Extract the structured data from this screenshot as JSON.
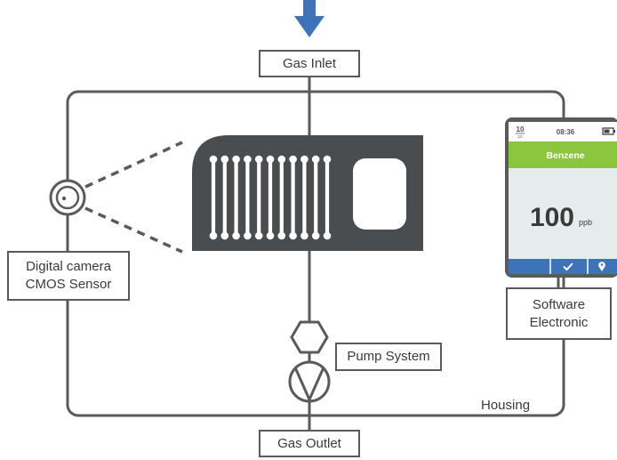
{
  "labels": {
    "gas_inlet": "Gas Inlet",
    "gas_outlet": "Gas Outlet",
    "camera_line1": "Digital camera",
    "camera_line2": "CMOS Sensor",
    "pump": "Pump System",
    "software_line1": "Software",
    "software_line2": "Electronic",
    "housing": "Housing"
  },
  "device": {
    "fraction_top": "10",
    "fraction_bottom": "10",
    "time": "08:36",
    "compound": "Benzene",
    "value": "100",
    "unit": "ppb"
  },
  "colors": {
    "arrow": "#3d73b8",
    "line": "#5a5a5a",
    "chip": "#4a4d50",
    "device_header": "#8cc63f",
    "device_footer": "#3d73b8",
    "device_screen": "#e6ebeb"
  },
  "icons": {
    "arrow": "arrow-down-icon",
    "camera": "camera-lens-icon",
    "pump": "pump-icon",
    "valve": "valve-icon",
    "battery": "battery-icon",
    "check": "check-icon",
    "location": "location-pin-icon"
  }
}
